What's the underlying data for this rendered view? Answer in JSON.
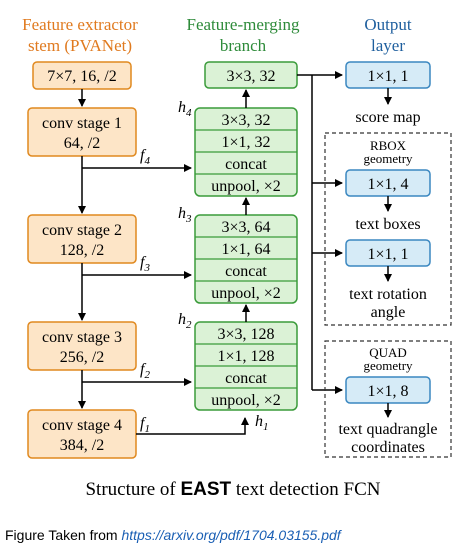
{
  "colors": {
    "orange_text": "#e07a1f",
    "orange_fill": "#fde5c7",
    "orange_stroke": "#e0891f",
    "green_text": "#2e8b3a",
    "green_fill": "#dbf2d6",
    "green_stroke": "#3a9b3a",
    "blue_text": "#1f5f9e",
    "blue_fill": "#d6ebf7",
    "blue_stroke": "#3a87c0",
    "link_blue": "#1a5fb4"
  },
  "headers": {
    "stem_line1": "Feature extractor",
    "stem_line2": "stem (PVANet)",
    "merge_line1": "Feature-merging",
    "merge_line2": "branch",
    "output_line1": "Output",
    "output_line2": "layer"
  },
  "stem": {
    "input": "7×7, 16, /2",
    "stage1_line1": "conv stage 1",
    "stage1_line2": "64, /2",
    "stage2_line1": "conv stage 2",
    "stage2_line2": "128, /2",
    "stage3_line1": "conv stage 3",
    "stage3_line2": "256, /2",
    "stage4_line1": "conv stage 4",
    "stage4_line2": "384, /2"
  },
  "features": {
    "f1": "f",
    "f2": "f",
    "f3": "f",
    "f4": "f",
    "s1": "1",
    "s2": "2",
    "s3": "3",
    "s4": "4"
  },
  "hidden": {
    "h1": "h",
    "h2": "h",
    "h3": "h",
    "h4": "h",
    "s1": "1",
    "s2": "2",
    "s3": "3",
    "s4": "4"
  },
  "merge": {
    "top": "3×3, 32",
    "block4": [
      "3×3, 32",
      "1×1, 32",
      "concat",
      "unpool, ×2"
    ],
    "block3": [
      "3×3, 64",
      "1×1, 64",
      "concat",
      "unpool, ×2"
    ],
    "block2": [
      "3×3, 128",
      "1×1, 128",
      "concat",
      "unpool, ×2"
    ]
  },
  "output": {
    "score_conv": "1×1, 1",
    "score_label": "score map",
    "rbox_title_line1": "RBOX",
    "rbox_title_line2": "geometry",
    "rbox_conv1": "1×1, 4",
    "rbox_label1": "text boxes",
    "rbox_conv2": "1×1, 1",
    "rbox_label2_line1": "text rotation",
    "rbox_label2_line2": "angle",
    "quad_title_line1": "QUAD",
    "quad_title_line2": "geometry",
    "quad_conv": "1×1, 8",
    "quad_label_line1": "text quadrangle",
    "quad_label_line2": "coordinates"
  },
  "caption": {
    "pre": "Structure of ",
    "bold": "EAST",
    "post": " text detection FCN"
  },
  "source": {
    "prefix": "Figure Taken from ",
    "url": "https://arxiv.org/pdf/1704.03155.pdf"
  }
}
